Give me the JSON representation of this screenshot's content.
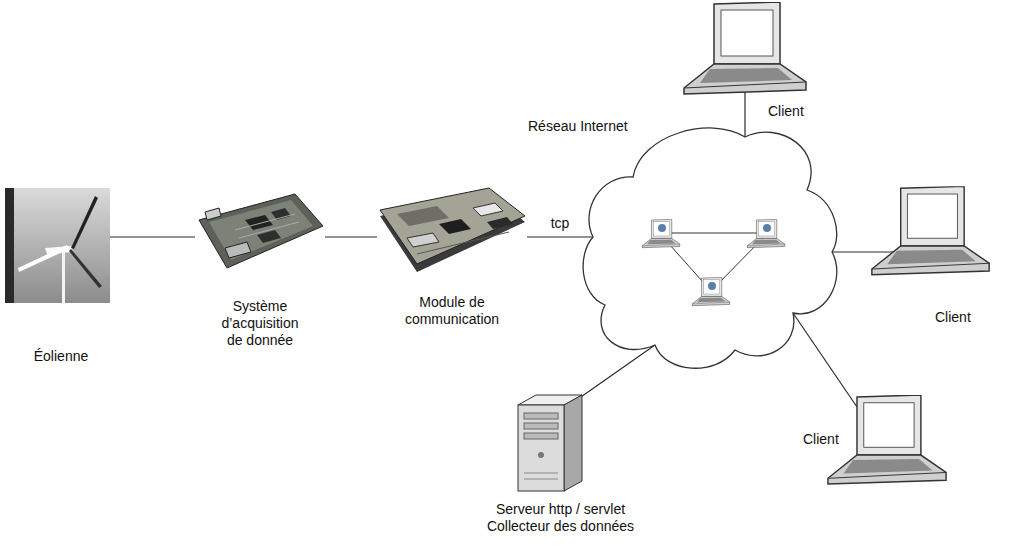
{
  "diagram": {
    "nodes": [
      {
        "text": [
          "Éolienne"
        ]
      },
      {
        "text": [
          "Système d’acquisition de donnée"
        ]
      },
      {
        "text": [
          "Module de communication"
        ]
      },
      {
        "text": [
          "Réseau Internet"
        ]
      },
      {
        "text": [
          "Client"
        ]
      },
      {
        "text": [
          "Client"
        ]
      },
      {
        "text": [
          "Client"
        ]
      },
      {
        "text": [
          "Serveur http / servlet Collecteur des données"
        ]
      }
    ],
    "edges": [
      {
        "from": 0,
        "to": 1,
        "arrow": "none"
      },
      {
        "from": 1,
        "to": 2,
        "arrow": "none"
      },
      {
        "from": 2,
        "to": 3,
        "label": "tcp",
        "arrow": "none"
      },
      {
        "from": 3,
        "to": 4,
        "arrow": "none"
      },
      {
        "from": 3,
        "to": 5,
        "arrow": "none"
      },
      {
        "from": 3,
        "to": 6,
        "arrow": "none"
      },
      {
        "from": 3,
        "to": 7,
        "arrow": "none"
      }
    ]
  }
}
